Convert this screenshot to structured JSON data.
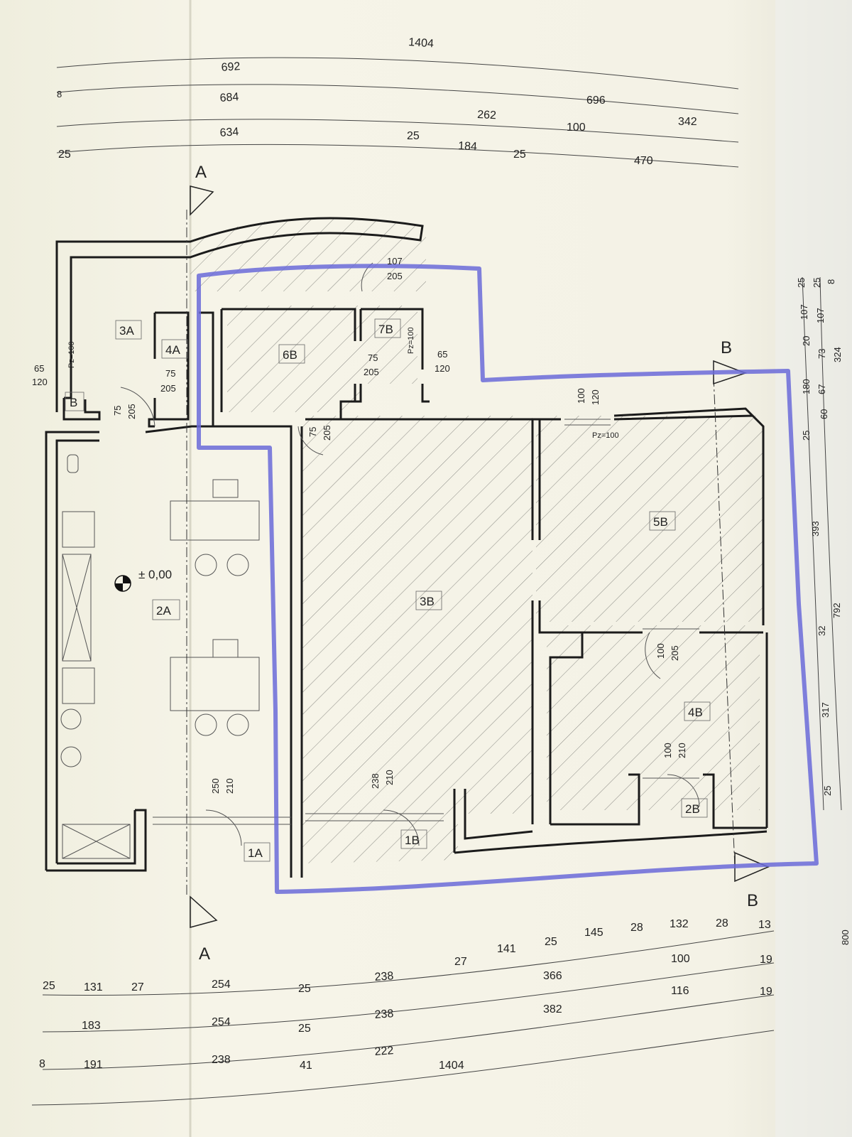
{
  "colors": {
    "paper": "#f5f3e6",
    "wall": "#1b1b1b",
    "hatch": "#8a8a84",
    "marker": "#6a6ad8",
    "ink": "#222222"
  },
  "rooms": {
    "r3A": "3A",
    "r4A": "4A",
    "r6B": "6B",
    "r7B": "7B",
    "rB": "B",
    "r2A": "2A",
    "r3B": "3B",
    "r5B": "5B",
    "r4B": "4B",
    "r1A": "1A",
    "r1B": "1B",
    "r2B": "2B"
  },
  "level": "± 0,00",
  "sections": {
    "a_top": "A",
    "a_bottom": "A",
    "b_top": "B",
    "b_bottom": "B"
  },
  "top_dims": {
    "d1404": "1404",
    "d692": "692",
    "d684": "684",
    "d696": "696",
    "d262": "262",
    "d100": "100",
    "d342": "342",
    "d634": "634",
    "d25a": "25",
    "d184": "184",
    "d25b": "25",
    "d470": "470",
    "d8": "8",
    "d25c": "25"
  },
  "openings": {
    "o107": "107",
    "o205a": "205",
    "o75a": "75",
    "o205b": "205",
    "o65a": "65",
    "o120a": "120",
    "o75b": "75",
    "o205c": "205",
    "o65b": "65",
    "o120b": "120",
    "o75c": "75",
    "o205d": "205",
    "o75d": "75",
    "o205e": "205",
    "o100a": "100",
    "o120c": "120",
    "pz1": "Pz=100",
    "pz2": "Pz=100",
    "pz3": "Pz=100",
    "o100b": "100",
    "o205f": "205",
    "o100c": "100",
    "o210a": "210",
    "o250": "250",
    "o210b": "210",
    "o238": "238",
    "o210c": "210"
  },
  "right_dims": {
    "r25a": "25",
    "r25b": "25",
    "r8": "8",
    "r107a": "107",
    "r107b": "107",
    "r20": "20",
    "r73": "73",
    "r324": "324",
    "r180": "180",
    "r67": "67",
    "r25c": "25",
    "r60": "60",
    "r393": "393",
    "r792": "792",
    "r32": "32",
    "r317": "317",
    "r25d": "25",
    "r800": "800"
  },
  "bottom_dims": {
    "b25a": "25",
    "b131": "131",
    "b27a": "27",
    "b254a": "254",
    "b25b": "25",
    "b238a": "238",
    "b27b": "27",
    "b141": "141",
    "b25c": "25",
    "b145": "145",
    "b28a": "28",
    "b132": "132",
    "b28b": "28",
    "b13": "13",
    "b366": "366",
    "b100": "100",
    "b19a": "19",
    "b183": "183",
    "b254b": "254",
    "b25d": "25",
    "b238b": "238",
    "b382": "382",
    "b116": "116",
    "b19b": "19",
    "b8": "8",
    "b191": "191",
    "b238c": "238",
    "b41": "41",
    "b222": "222",
    "b1404": "1404"
  }
}
